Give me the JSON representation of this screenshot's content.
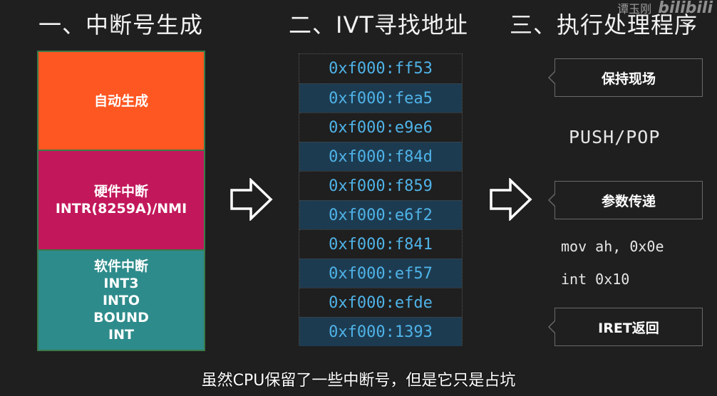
{
  "headings": {
    "step1": "一、中断号生成",
    "step2": "二、IVT寻找地址",
    "step3": "三、执行处理程序"
  },
  "watermark": {
    "author": "谭玉刚",
    "logo": "bilibili"
  },
  "sources": {
    "auto": [
      "自动生成"
    ],
    "hardware": [
      "硬件中断",
      "INTR(8259A)/NMI"
    ],
    "software": [
      "软件中断",
      "INT3",
      "INTO",
      "BOUND",
      "INT"
    ]
  },
  "ivt_entries": [
    "0xf000:ff53",
    "0xf000:fea5",
    "0xf000:e9e6",
    "0xf000:f84d",
    "0xf000:f859",
    "0xf000:e6f2",
    "0xf000:f841",
    "0xf000:ef57",
    "0xf000:efde",
    "0xf000:1393"
  ],
  "handler": {
    "save_context": "保持现场",
    "push_pop": "PUSH/POP",
    "pass_params": "参数传递",
    "code_line1": "mov ah, 0x0e",
    "code_line2": "int 0x10",
    "return": "IRET返回"
  },
  "subtitle": "虽然CPU保留了一些中断号，但是它只是占坑",
  "colors": {
    "background": "#1f1f1f",
    "auto_box": "#ff5722",
    "hardware_box": "#c2185b",
    "software_box": "#2e8b8b",
    "box_border": "#3a7a4a",
    "ivt_text": "#4fb3e8",
    "ivt_alt_row": "#1d3b50"
  }
}
